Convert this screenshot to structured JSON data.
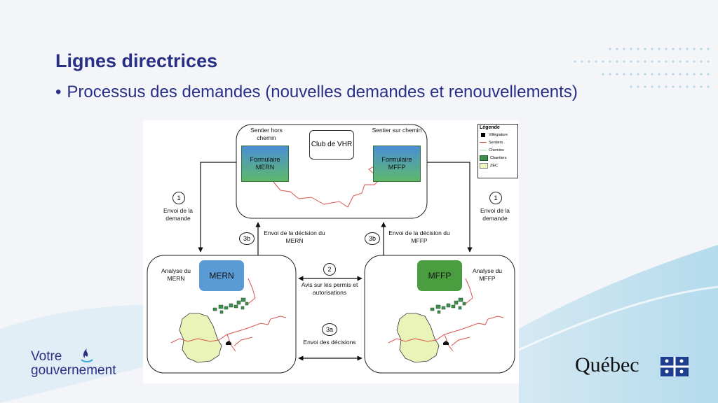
{
  "slide": {
    "title": "Lignes directrices",
    "bullet": "Processus des demandes (nouvelles demandes et renouvellements)"
  },
  "diagram": {
    "top_box": {
      "left_label": "Sentier hors chemin",
      "left_form": "Formulaire MERN",
      "club": "Club de VHR",
      "right_label": "Sentier sur chemin",
      "right_form": "Formulaire MFFP"
    },
    "legend": {
      "title": "Légende",
      "items": [
        {
          "label": "Villégiature",
          "color": "#000000"
        },
        {
          "label": "Sentiers",
          "color": "#d9534f"
        },
        {
          "label": "Chemins",
          "color": "#9fd89f"
        },
        {
          "label": "Chantiers",
          "color": "#3f8f4f"
        },
        {
          "label": "ZEC",
          "color": "#f1f7c0"
        }
      ]
    },
    "steps": {
      "left_1_num": "1",
      "left_1_text": "Envoi de la demande",
      "right_1_num": "1",
      "right_1_text": "Envoi de la demande",
      "left_3b_num": "3b",
      "left_3b_text": "Envoi de la décision du MERN",
      "right_3b_num": "3b",
      "right_3b_text": "Envoi de la décision du MFFP",
      "mid_2_num": "2",
      "mid_2_text": "Avis sur les permis et autorisations",
      "mid_3a_num": "3a",
      "mid_3a_text": "Envoi des décisions"
    },
    "left_box": {
      "label": "Analyse du MERN",
      "badge": "MERN",
      "badge_color": "#5b9bd5"
    },
    "right_box": {
      "label": "Analyse du MFFP",
      "badge": "MFFP",
      "badge_color": "#4a9e3f"
    }
  },
  "logos": {
    "left_line1": "Votre",
    "left_line2": "gouvernement",
    "right": "Québec"
  },
  "colors": {
    "title": "#2a2f86",
    "trail": "#d9534f",
    "zec": "#eaf4b8"
  }
}
